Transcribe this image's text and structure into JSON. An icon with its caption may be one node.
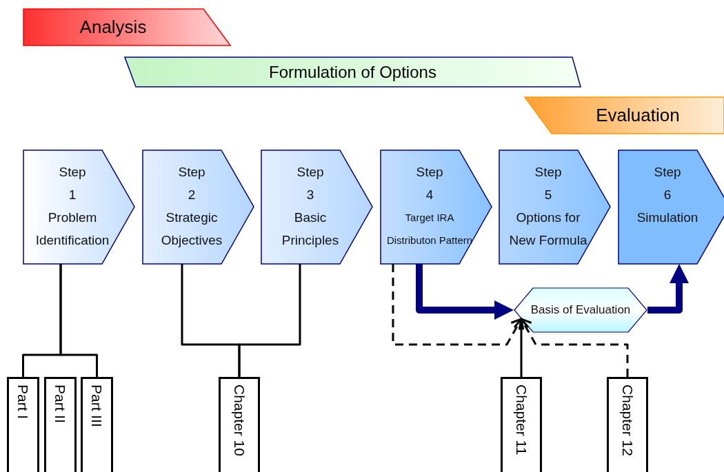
{
  "diagram": {
    "nodes": [
      {
        "text": [
          "Analysis"
        ]
      },
      {
        "text": [
          "Formulation of Options"
        ]
      },
      {
        "text": [
          "Evaluation"
        ]
      },
      {
        "text": [
          "Step",
          "1",
          "Problem Identification"
        ]
      },
      {
        "text": [
          "Step",
          "2",
          "Strategic Objectives"
        ]
      },
      {
        "text": [
          "Step",
          "3",
          "Basic Principles"
        ]
      },
      {
        "text": [
          "Step",
          "4",
          "Target IRA Distributon Pattern"
        ]
      },
      {
        "text": [
          "Step",
          "5",
          "Options for New Formula"
        ]
      },
      {
        "text": [
          "Step",
          "6",
          "Simulation"
        ]
      },
      {
        "text": [
          "Basis of Evaluation"
        ]
      },
      {
        "text": [
          "Part I"
        ]
      },
      {
        "text": [
          "Part II"
        ]
      },
      {
        "text": [
          "Part III"
        ]
      },
      {
        "text": [
          "Chapter 10"
        ]
      },
      {
        "text": [
          "Chapter 11"
        ]
      },
      {
        "text": [
          "Chapter 12"
        ]
      }
    ],
    "edges": [
      {
        "from": 6,
        "to": 9,
        "arrow": "to",
        "style": "thick",
        "color": "#000080"
      },
      {
        "from": 9,
        "to": 8,
        "arrow": "to",
        "style": "thick",
        "color": "#000080"
      },
      {
        "from": 6,
        "to": 9,
        "arrow": "to",
        "style": "dashed"
      },
      {
        "from": 14,
        "to": 9,
        "arrow": "to"
      },
      {
        "from": 15,
        "to": 9,
        "arrow": "to",
        "style": "dashed"
      },
      {
        "from": 10,
        "to": 3,
        "arrow": "none"
      },
      {
        "from": 12,
        "to": 3,
        "arrow": "none"
      },
      {
        "from": 13,
        "to": 4,
        "arrow": "none"
      },
      {
        "from": 13,
        "to": 5,
        "arrow": "none"
      }
    ]
  }
}
